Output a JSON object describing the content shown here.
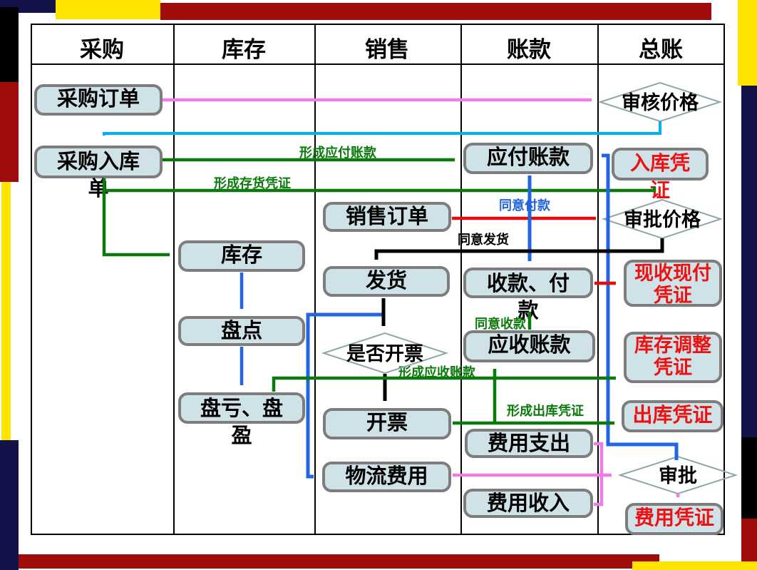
{
  "lanes": [
    {
      "label": "采购"
    },
    {
      "label": "库存"
    },
    {
      "label": "销售"
    },
    {
      "label": "账款"
    },
    {
      "label": "总账"
    }
  ],
  "nodes": {
    "purchase_order": {
      "label": "采购订单"
    },
    "purchase_receipt": {
      "label": "采购入库\n单"
    },
    "review_price": {
      "label": "审核价格"
    },
    "accounts_payable": {
      "label": "应付账款"
    },
    "inbound_voucher": {
      "label": "入库凭\n证"
    },
    "sales_order": {
      "label": "销售订单"
    },
    "approve_price": {
      "label": "审批价格"
    },
    "inventory": {
      "label": "库存"
    },
    "ship_goods": {
      "label": "发货"
    },
    "receive_pay": {
      "label": "收款、付\n款"
    },
    "cash_voucher": {
      "label": "现收现付\n凭证"
    },
    "stocktake": {
      "label": "盘点"
    },
    "invoice_decision": {
      "label": "是否开票"
    },
    "accounts_receivable": {
      "label": "应收账款"
    },
    "inventory_adjust_voucher": {
      "label": "库存调整\n凭证"
    },
    "stock_loss_gain": {
      "label": "盘亏、盘\n盈"
    },
    "invoicing": {
      "label": "开票"
    },
    "outbound_voucher": {
      "label": "出库凭证"
    },
    "expense_payment": {
      "label": "费用支出"
    },
    "logistics_expense": {
      "label": "物流费用"
    },
    "approval": {
      "label": "审批"
    },
    "expense_income": {
      "label": "费用收入"
    },
    "expense_voucher": {
      "label": "费用凭证"
    }
  },
  "edge_labels": {
    "forms_accounts_payable": "形成应付账款",
    "forms_inventory_voucher": "形成存货凭证",
    "agree_to_pay": "同意付款",
    "agree_to_ship": "同意发货",
    "agree_to_receive": "同意收款",
    "forms_accounts_receivable": "形成应收账款",
    "forms_outbound_voucher": "形成出库凭证"
  },
  "colors": {
    "node_fill": "#cfe2e8",
    "node_border": "#7d7d7d",
    "red_text": "#ed1111",
    "arrow_green": "#0a7a0a",
    "arrow_blue": "#2265e2",
    "arrow_cyan": "#00b0f0",
    "arrow_pink": "#ee7ce4",
    "arrow_red": "#e80c0c",
    "arrow_black": "#000000",
    "border_navy": "#13134a",
    "border_yellow": "#ffe400",
    "border_darkred": "#a00b0b",
    "border_black": "#000000"
  }
}
